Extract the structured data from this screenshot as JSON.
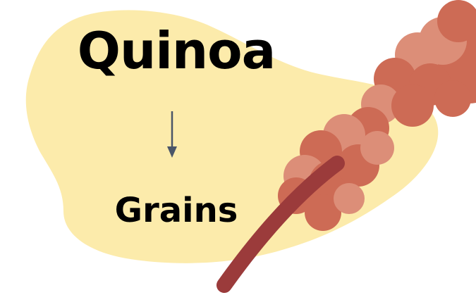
{
  "title": "Quinoa",
  "subtitle": "Grains",
  "icons": {
    "background_blob": "yellow-blob-shape",
    "arrow": "arrow-down-icon",
    "illustration": "quinoa-plant-icon"
  },
  "colors": {
    "blob": "#fcebab",
    "arrow": "#4a5568",
    "stem": "#9b3b3b",
    "seed_dark": "#cd6b55",
    "seed_light": "#dc8e78",
    "text": "#000000"
  }
}
